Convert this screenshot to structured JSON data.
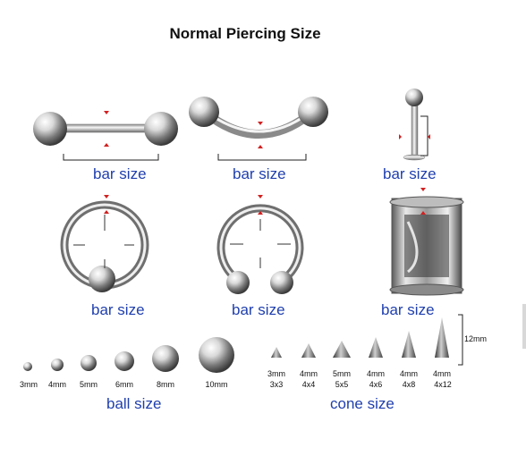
{
  "title": "Normal Piercing Size",
  "captions": {
    "barbell": "bar size",
    "curved": "bar size",
    "labret": "bar size",
    "captive_ring": "bar size",
    "horseshoe": "bar size",
    "tunnel": "bar size",
    "balls": "ball size",
    "cones": "cone size"
  },
  "ball_sizes": [
    "3mm",
    "4mm",
    "5mm",
    "6mm",
    "8mm",
    "10mm"
  ],
  "cone_sizes": [
    {
      "width": "3mm",
      "dims": "3x3"
    },
    {
      "width": "4mm",
      "dims": "4x4"
    },
    {
      "width": "5mm",
      "dims": "5x5"
    },
    {
      "width": "4mm",
      "dims": "4x6"
    },
    {
      "width": "4mm",
      "dims": "4x8"
    },
    {
      "width": "4mm",
      "dims": "4x12"
    }
  ],
  "cone_height_label": "12mm",
  "colors": {
    "caption": "#1f3fae",
    "marker": "#d22020",
    "metal_dark": "#555555",
    "metal_light": "#f4f4f4"
  }
}
